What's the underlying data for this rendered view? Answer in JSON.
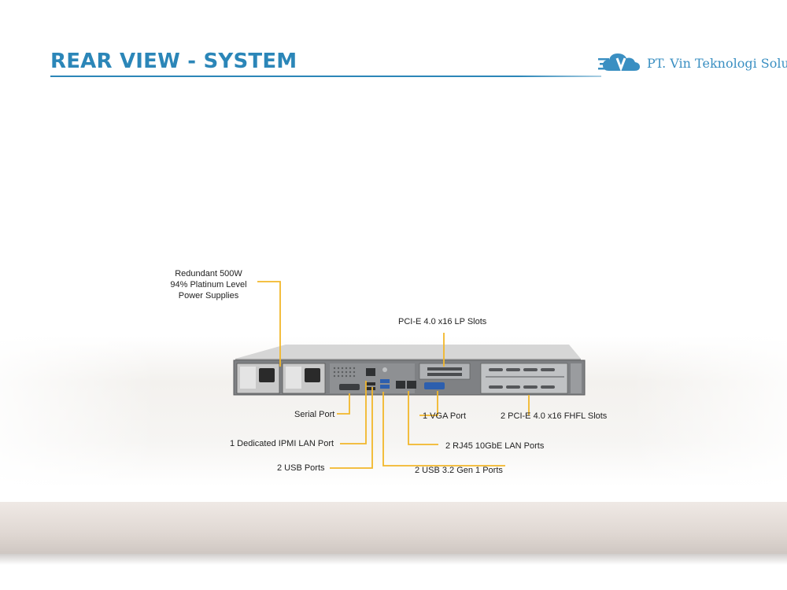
{
  "header": {
    "title": "REAR VIEW - SYSTEM",
    "company": "PT. Vin Teknologi Solusi",
    "logo_icon": "cloud-v-logo-icon"
  },
  "colors": {
    "title": "#2b86b8",
    "leader_line": "#f2b72a",
    "logo": "#3a8fc2"
  },
  "callouts": {
    "power_supplies": [
      "Redundant 500W",
      "94% Platinum Level",
      "Power Supplies"
    ],
    "pcie_lp": "PCI-E 4.0 x16 LP Slots",
    "serial_port": "Serial Port",
    "vga_port": "1 VGA Port",
    "pcie_fhfl": "2 PCI-E 4.0 x16 FHFL Slots",
    "ipmi_lan": "1 Dedicated IPMI LAN Port",
    "rj45_lan": "2 RJ45 10GbE LAN Ports",
    "usb_ports": "2 USB Ports",
    "usb32_ports": "2 USB 3.2 Gen 1 Ports"
  }
}
